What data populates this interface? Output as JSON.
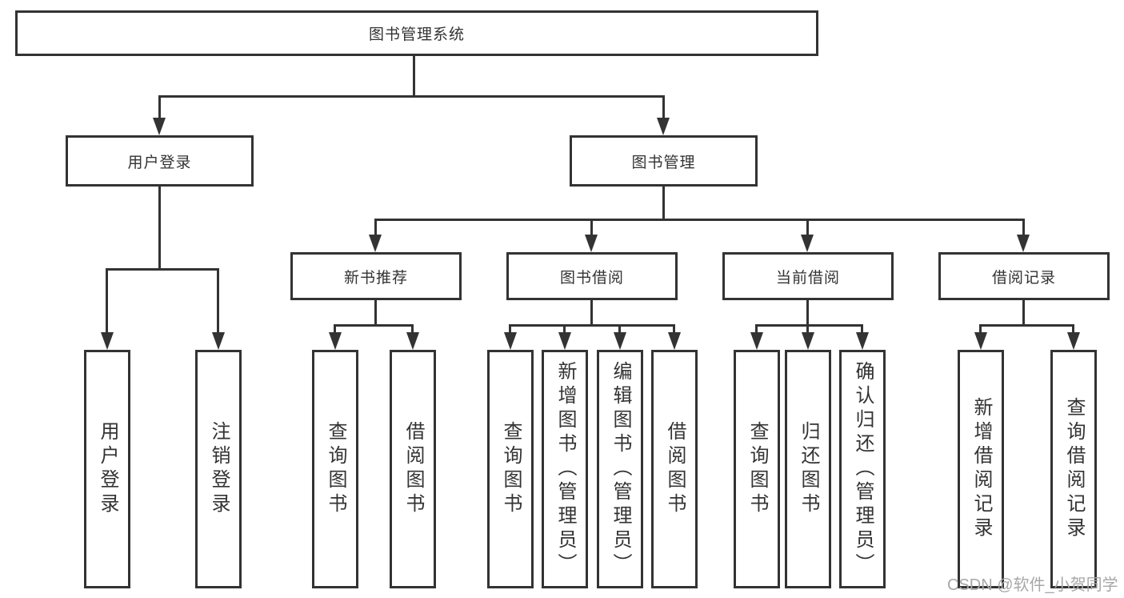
{
  "diagram_title": "图书管理系统",
  "tree": {
    "label": "图书管理系统",
    "children": [
      {
        "label": "用户登录",
        "children": [
          {
            "label": "用户登录"
          },
          {
            "label": "注销登录"
          }
        ]
      },
      {
        "label": "图书管理",
        "children": [
          {
            "label": "新书推荐",
            "children": [
              {
                "label": "查询图书"
              },
              {
                "label": "借阅图书"
              }
            ]
          },
          {
            "label": "图书借阅",
            "children": [
              {
                "label": "查询图书"
              },
              {
                "label": "新增图书（管理员）"
              },
              {
                "label": "编辑图书（管理员）"
              },
              {
                "label": "借阅图书"
              }
            ]
          },
          {
            "label": "当前借阅",
            "children": [
              {
                "label": "查询图书"
              },
              {
                "label": "归还图书"
              },
              {
                "label": "确认归还（管理员）"
              }
            ]
          },
          {
            "label": "借阅记录",
            "children": [
              {
                "label": "新增借阅记录"
              },
              {
                "label": "查询借阅记录"
              }
            ]
          }
        ]
      }
    ]
  },
  "watermark": "CSDN @软件_小贺同学",
  "colors": {
    "line": "#333333",
    "text": "#333333",
    "watermark_text": "#a7a7a7",
    "background": "#ffffff"
  }
}
